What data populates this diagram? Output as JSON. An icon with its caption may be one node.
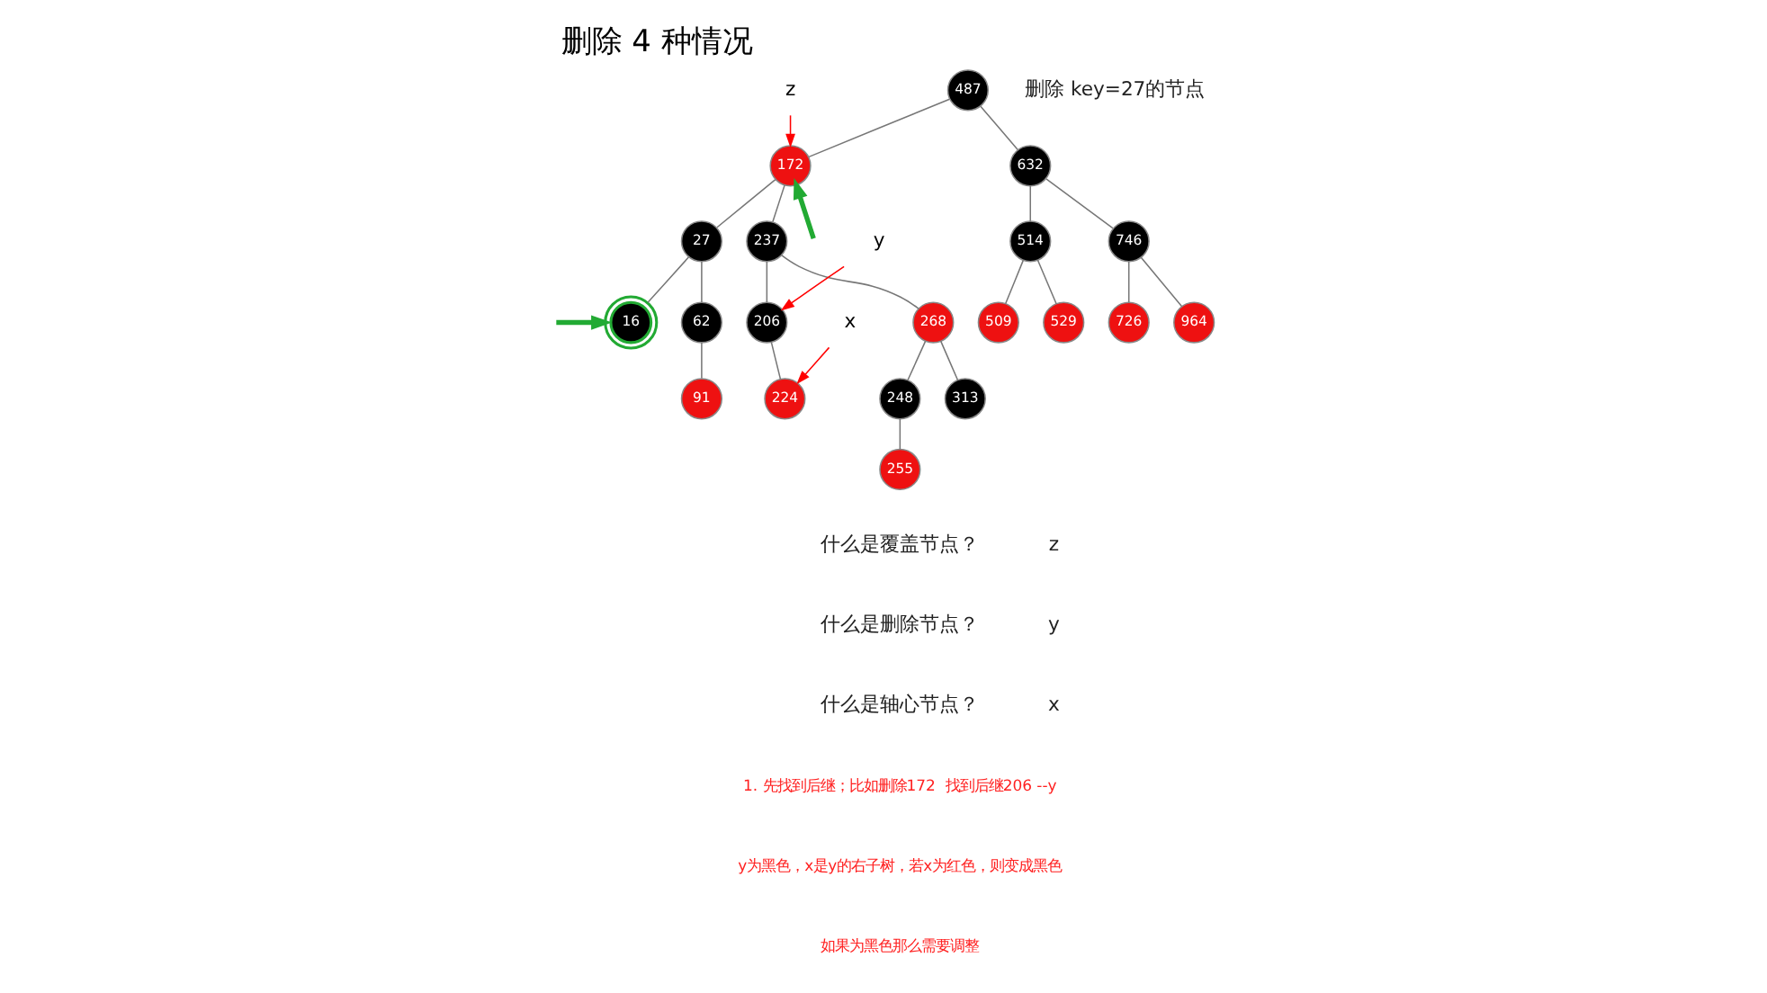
{
  "diagram": {
    "title": "删除 4 种情况",
    "nodes": [
      {
        "text": [
          "487"
        ]
      },
      {
        "text": [
          "172"
        ]
      },
      {
        "text": [
          "632"
        ]
      },
      {
        "text": [
          "27"
        ]
      },
      {
        "text": [
          "237"
        ]
      },
      {
        "text": [
          "514"
        ]
      },
      {
        "text": [
          "746"
        ]
      },
      {
        "text": [
          "16"
        ]
      },
      {
        "text": [
          "62"
        ]
      },
      {
        "text": [
          "206"
        ]
      },
      {
        "text": [
          "268"
        ]
      },
      {
        "text": [
          "509"
        ]
      },
      {
        "text": [
          "529"
        ]
      },
      {
        "text": [
          "726"
        ]
      },
      {
        "text": [
          "964"
        ]
      },
      {
        "text": [
          "91"
        ]
      },
      {
        "text": [
          "224"
        ]
      },
      {
        "text": [
          "248"
        ]
      },
      {
        "text": [
          "313"
        ]
      },
      {
        "text": [
          "255"
        ]
      },
      {
        "text": [
          "z"
        ]
      },
      {
        "text": [
          "y"
        ]
      },
      {
        "text": [
          "x"
        ]
      }
    ],
    "edges": [
      {
        "from": 0,
        "to": 1,
        "arrow": "none"
      },
      {
        "from": 0,
        "to": 2,
        "arrow": "none"
      },
      {
        "from": 1,
        "to": 3,
        "arrow": "none"
      },
      {
        "from": 1,
        "to": 4,
        "arrow": "none"
      },
      {
        "from": 2,
        "to": 5,
        "arrow": "none"
      },
      {
        "from": 2,
        "to": 6,
        "arrow": "none"
      },
      {
        "from": 3,
        "to": 7,
        "arrow": "none"
      },
      {
        "from": 3,
        "to": 8,
        "arrow": "none"
      },
      {
        "from": 4,
        "to": 9,
        "arrow": "none"
      },
      {
        "from": 4,
        "to": 10,
        "arrow": "none"
      },
      {
        "from": 5,
        "to": 11,
        "arrow": "none"
      },
      {
        "from": 5,
        "to": 12,
        "arrow": "none"
      },
      {
        "from": 6,
        "to": 13,
        "arrow": "none"
      },
      {
        "from": 6,
        "to": 14,
        "arrow": "none"
      },
      {
        "from": 8,
        "to": 15,
        "arrow": "none"
      },
      {
        "from": 9,
        "to": 16,
        "arrow": "none"
      },
      {
        "from": 10,
        "to": 17,
        "arrow": "none"
      },
      {
        "from": 10,
        "to": 18,
        "arrow": "none"
      },
      {
        "from": 17,
        "to": 19,
        "arrow": "none"
      },
      {
        "from": 20,
        "to": 1,
        "arrow": "to",
        "color": "#ff0000"
      },
      {
        "from": 21,
        "to": 9,
        "arrow": "to",
        "color": "#ff0000"
      },
      {
        "from": 22,
        "to": 16,
        "arrow": "to",
        "color": "#ff0000"
      },
      {
        "from": null,
        "to": 1,
        "arrow": "to",
        "style": "thick",
        "color": "#22aa33"
      },
      {
        "from": null,
        "to": 7,
        "arrow": "to",
        "style": "thick",
        "color": "#22aa33"
      }
    ],
    "labels": [
      "删除 key=27的节点",
      "什么是覆盖节点？",
      "z",
      "什么是删除节点？",
      "y",
      "什么是轴心节点？",
      "x",
      "1. 先找到后继；比如删除172  找到后继206 --y",
      "y为黑色，x是y的右子树，若x为红色，则变成黑色",
      "如果为黑色那么需要调整"
    ]
  }
}
